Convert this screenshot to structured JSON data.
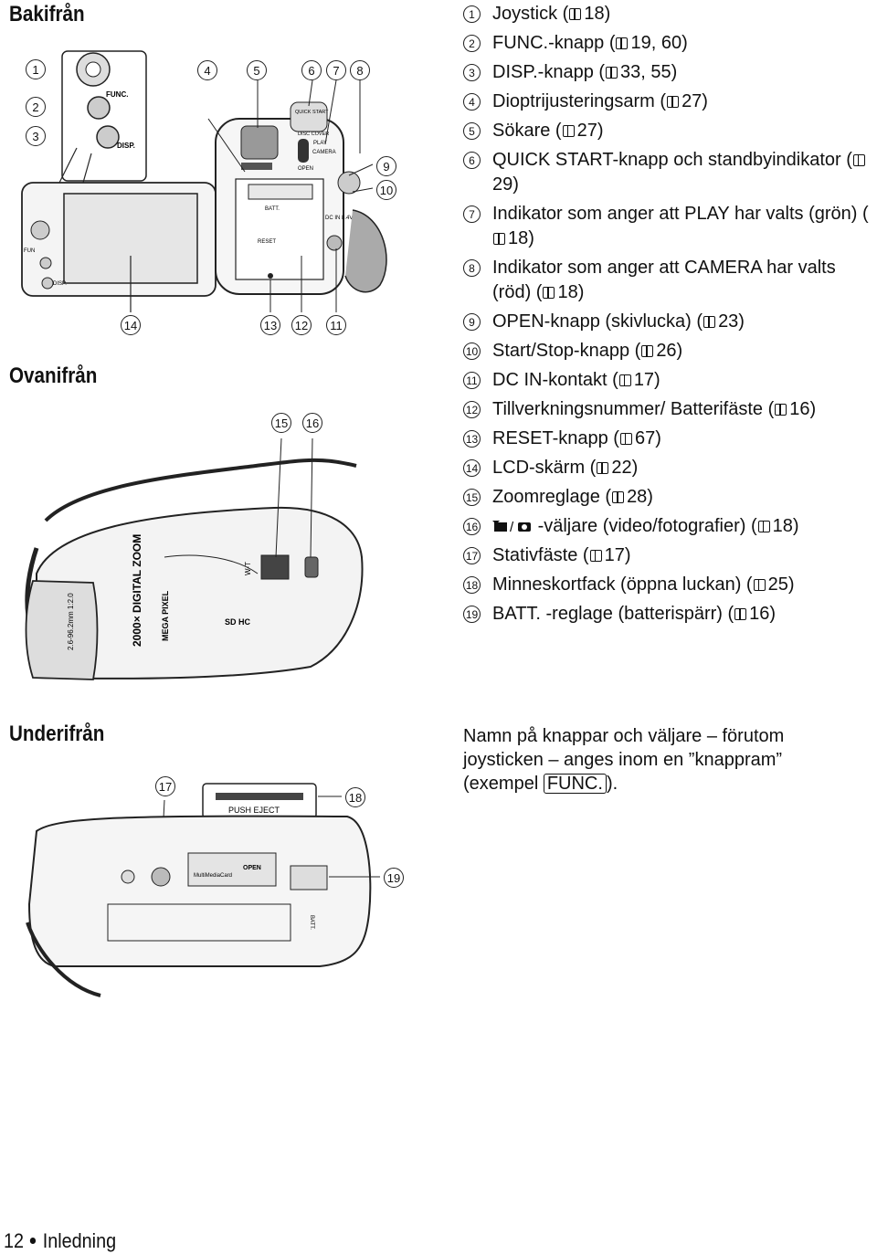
{
  "sections": {
    "back": "Bakifrån",
    "top": "Ovanifrån",
    "bottom": "Underifrån"
  },
  "items": [
    {
      "num": "1",
      "text": "Joystick (",
      "ref": "18)"
    },
    {
      "num": "2",
      "text": "FUNC.-knapp (",
      "ref": "19, 60)"
    },
    {
      "num": "3",
      "text": "DISP.-knapp (",
      "ref": "33, 55)"
    },
    {
      "num": "4",
      "text": "Dioptrijusteringsarm (",
      "ref": "27)"
    },
    {
      "num": "5",
      "text": "Sökare (",
      "ref": "27)"
    },
    {
      "num": "6",
      "text": "QUICK START-knapp och standbyindikator (",
      "ref": "29)"
    },
    {
      "num": "7",
      "text": "Indikator som anger att PLAY har valts (grön) (",
      "ref": "18)"
    },
    {
      "num": "8",
      "text": "Indikator som anger att CAMERA har valts (röd) (",
      "ref": "18)"
    },
    {
      "num": "9",
      "text": "OPEN-knapp (skivlucka) (",
      "ref": "23)"
    },
    {
      "num": "10",
      "text": "Start/Stop-knapp (",
      "ref": "26)"
    },
    {
      "num": "11",
      "text": "DC IN-kontakt (",
      "ref": "17)"
    },
    {
      "num": "12",
      "text": "Tillverkningsnummer/ Batterifäste (",
      "ref": "16)"
    },
    {
      "num": "13",
      "text": "RESET-knapp (",
      "ref": "67)"
    },
    {
      "num": "14",
      "text": "LCD-skärm (",
      "ref": "22)"
    },
    {
      "num": "15",
      "text": "Zoomreglage (",
      "ref": "28)"
    },
    {
      "num": "16",
      "text": "-väljare (video/fotografier) (",
      "ref": "18)"
    },
    {
      "num": "17",
      "text": "Stativfäste (",
      "ref": "17)"
    },
    {
      "num": "18",
      "text": "Minneskortfack (öppna luckan) (",
      "ref": "25)"
    },
    {
      "num": "19",
      "text": "BATT. -reglage (batterispärr) (",
      "ref": "16)"
    }
  ],
  "note": {
    "text": "Namn på knappar och väljare – förutom joysticken – anges inom en ”knappram” (exempel",
    "key": "FUNC.",
    "end": ")."
  },
  "figure_labels": {
    "func": "FUNC.",
    "disp": "DISP.",
    "quick_start": "QUICK START",
    "disc_cover": "DISC COVER",
    "play": "PLAY",
    "camera": "CAMERA",
    "open": "OPEN",
    "batt": "BATT.",
    "reset": "RESET",
    "dc_in": "DC IN 8.4V",
    "fun": "FUN",
    "disp_small": "DISP.",
    "wt": "W-T",
    "lens": "2.6-96.2mm 1:2.0",
    "zoom": "2000× DIGITAL ZOOM",
    "mega": "MEGA PIXEL",
    "sd": "SD HC",
    "push_eject": "PUSH EJECT",
    "mmc": "MultiMediaCard",
    "open_btm": "OPEN",
    "batt_btm": "BATT."
  },
  "footer": {
    "page": "12",
    "section": "Inledning"
  }
}
